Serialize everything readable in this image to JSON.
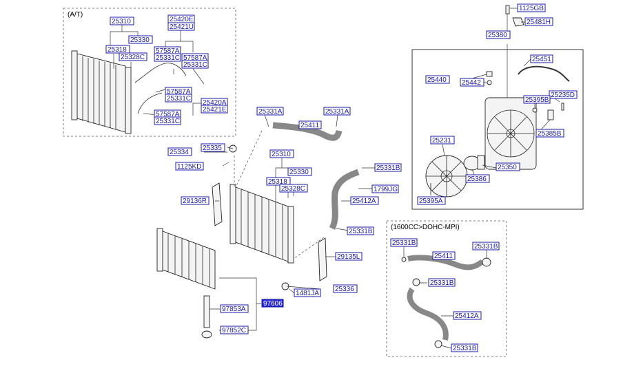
{
  "sections": {
    "at_group": "(A/T)",
    "engine_group": "(1600CC>DOHC-MPI)"
  },
  "labels": {
    "at_25310": "25310",
    "at_25330": "25330",
    "at_25318": "25318",
    "at_25328c": "25328C",
    "at_25420e": "25420E",
    "at_25421u": "25421U",
    "at_57587a_1": "57587A",
    "at_25331c_1": "25331C",
    "at_57587a_2": "57587A",
    "at_25331c_2": "25331C",
    "at_57587a_3": "57587A",
    "at_25331c_3": "25331C",
    "at_25420a": "25420A",
    "at_25421e": "25421E",
    "at_57587a_4": "57587A",
    "at_25331c_4": "25331C",
    "m_25331a_1": "25331A",
    "m_25331a_2": "25331A",
    "m_25411": "25411",
    "m_25335": "25335",
    "m_25334": "25334",
    "m_1125kd": "1125KD",
    "m_25310": "25310",
    "m_25330": "25330",
    "m_25318": "25318",
    "m_25328c": "25328C",
    "m_29136r": "29136R",
    "m_25331b_1": "25331B",
    "m_1799jg": "1799JG",
    "m_25412a": "25412A",
    "m_25331b_2": "25331B",
    "m_29135l": "29135L",
    "m_25336": "25336",
    "m_1481ja": "1481JA",
    "m_97606": "97606",
    "m_97853a": "97853A",
    "m_97852c": "97852C",
    "f_1125gb": "1125GB",
    "f_25481h": "25481H",
    "f_25380": "25380",
    "f_25451": "25451",
    "f_25440": "25440",
    "f_25442": "25442",
    "f_25235d": "25235D",
    "f_25395b": "25395B",
    "f_25385b": "25385B",
    "f_25231": "25231",
    "f_25350": "25350",
    "f_25386": "25386",
    "f_25395a": "25395A",
    "e_25331b_1": "25331B",
    "e_25331b_2": "25331B",
    "e_25411": "25411",
    "e_25331b_3": "25331B",
    "e_25412a": "25412A",
    "e_25331b_4": "25331B"
  },
  "colors": {
    "label_border": "#1a1aa8",
    "label_text": "#1a1aa8",
    "selected_fill": "#2b2bd6",
    "selected_text": "#ffffff"
  }
}
